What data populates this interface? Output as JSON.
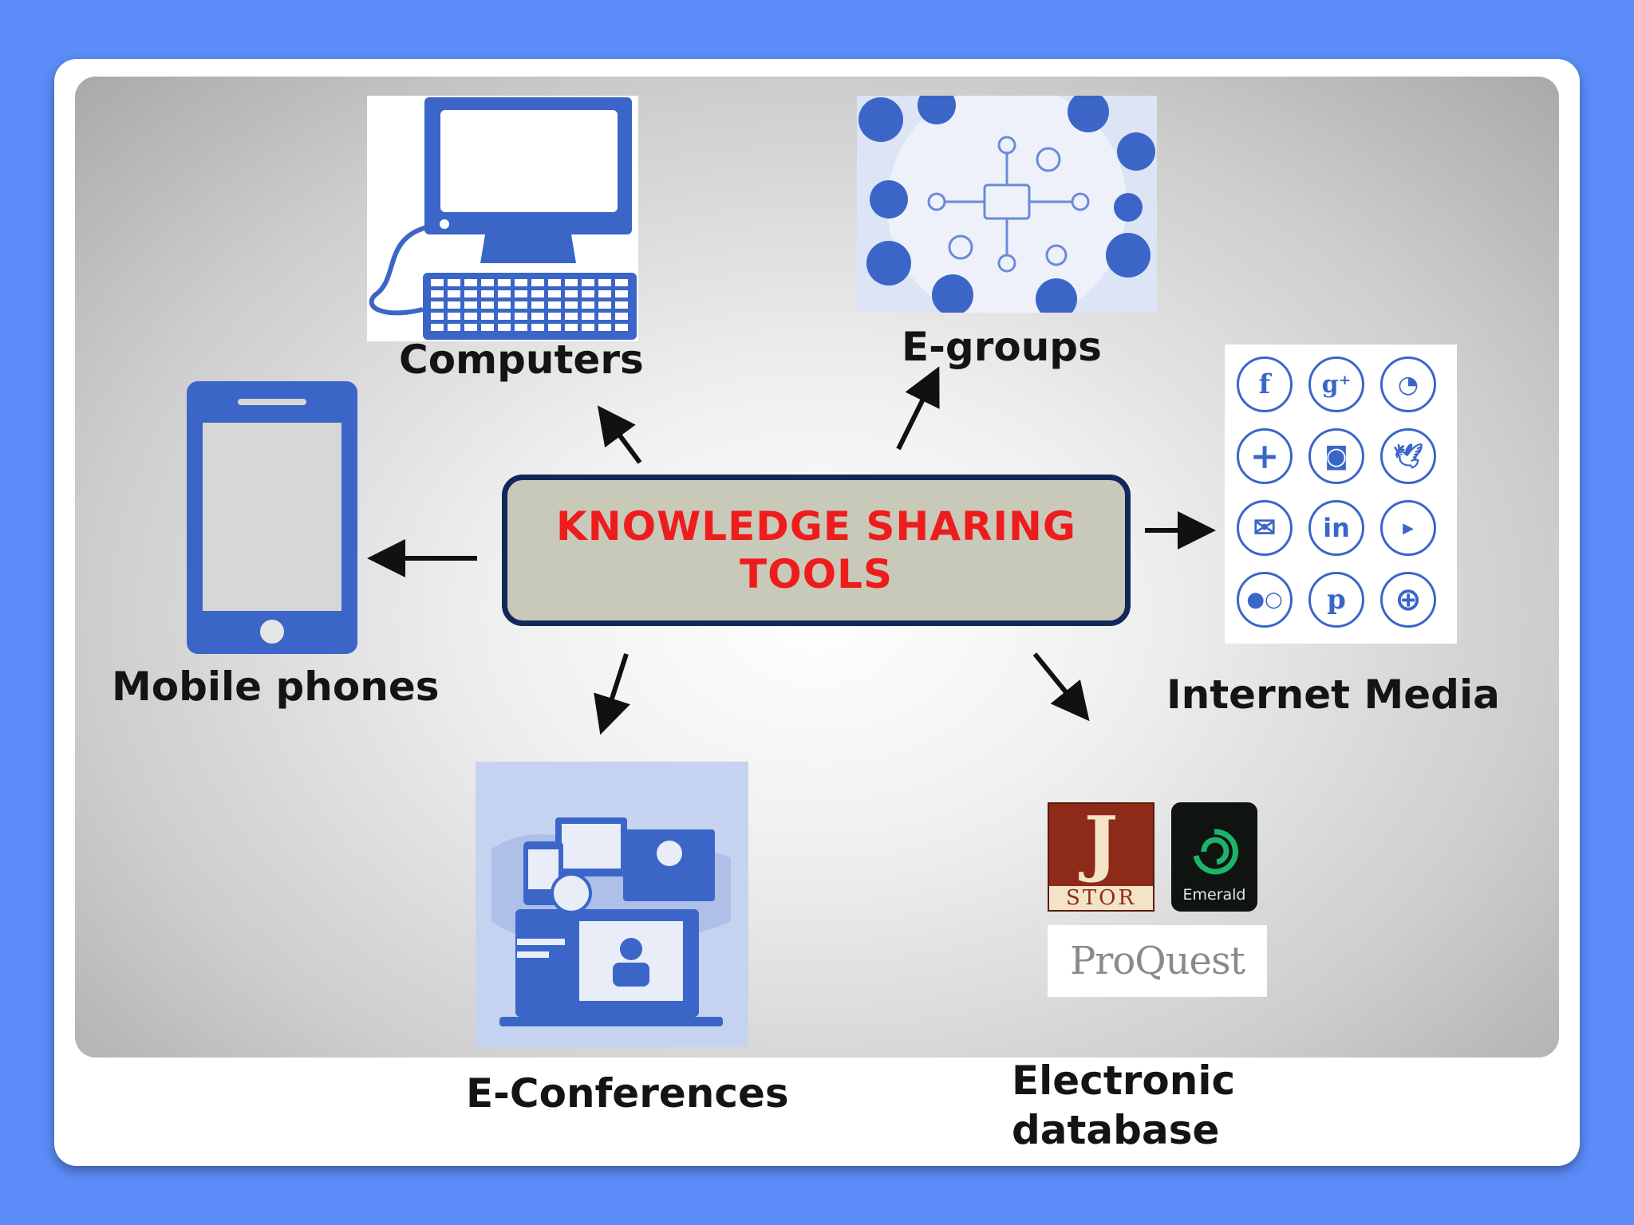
{
  "colors": {
    "background": "#5b8cf8",
    "center_border": "#14275a",
    "center_fill": "#c8c9b9",
    "center_text": "#ee1c1c",
    "icon_blue": "#3b66c8"
  },
  "center": {
    "line1": "KNOWLEDGE SHARING",
    "line2": "TOOLS"
  },
  "nodes": {
    "computers": "Computers",
    "egroups": "E-groups",
    "mobile": "Mobile phones",
    "internet_media": "Internet Media",
    "econferences": "E-Conferences",
    "edatabase_line1": "Electronic",
    "edatabase_line2": "database"
  },
  "social_icons": [
    "facebook-icon",
    "google-plus-icon",
    "rss-icon",
    "plus-icon",
    "instagram-icon",
    "twitter-icon",
    "mail-icon",
    "linkedin-icon",
    "youtube-icon",
    "flickr-icon",
    "pinterest-icon",
    "globe-icon"
  ],
  "logos": {
    "jstor_top": "J",
    "jstor_bottom": "STOR",
    "emerald": "Emerald",
    "proquest": "ProQuest"
  }
}
